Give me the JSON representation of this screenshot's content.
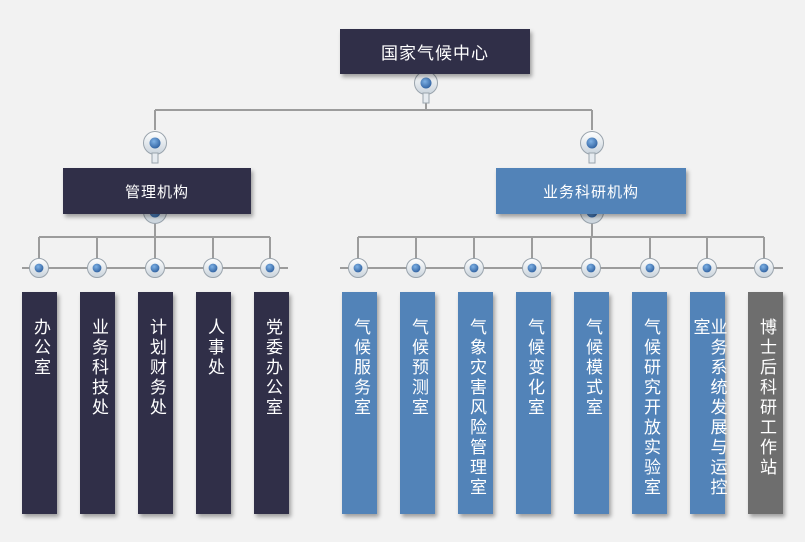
{
  "colors": {
    "dark": "#302f48",
    "blue": "#5283b8",
    "grey": "#6e6e6e",
    "line": "#9c9c9c",
    "background": "#f2f2f2"
  },
  "root": {
    "label": "国家气候中心"
  },
  "branches": [
    {
      "label": "管理机构",
      "style": "dark",
      "children": [
        {
          "label": "办公室",
          "style": "dark"
        },
        {
          "label": "业务科技处",
          "style": "dark"
        },
        {
          "label": "计划财务处",
          "style": "dark"
        },
        {
          "label": "人事处",
          "style": "dark"
        },
        {
          "label": "党委办公室",
          "style": "dark"
        }
      ]
    },
    {
      "label": "业务科研机构",
      "style": "blue",
      "children": [
        {
          "label": "气候服务室",
          "style": "blue"
        },
        {
          "label": "气候预测室",
          "style": "blue"
        },
        {
          "label": "气象灾害风险管理室",
          "style": "blue"
        },
        {
          "label": "气候变化室",
          "style": "blue"
        },
        {
          "label": "气候模式室",
          "style": "blue"
        },
        {
          "label": "气候研究开放实验室",
          "style": "blue"
        },
        {
          "label": "业务系统发展与运控室",
          "style": "blue"
        },
        {
          "label": "博士后科研工作站",
          "style": "grey"
        }
      ]
    }
  ]
}
